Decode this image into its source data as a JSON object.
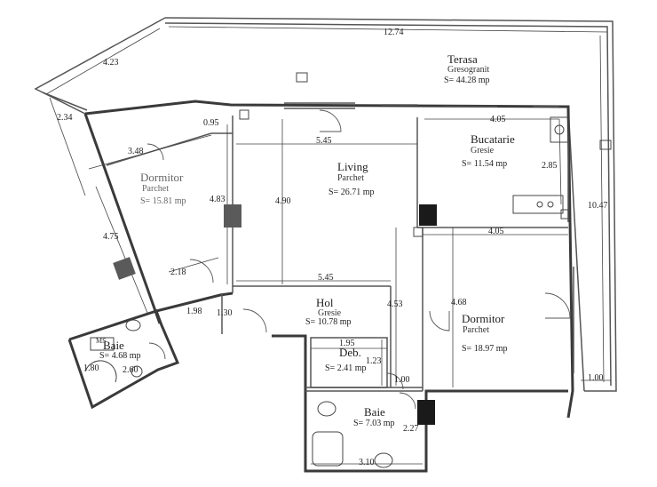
{
  "rooms": {
    "terasa": {
      "name": "Terasa",
      "finish": "Gresogranit",
      "area": "S= 44.28 mp"
    },
    "bucatarie": {
      "name": "Bucatarie",
      "finish": "Gresie",
      "area": "S= 11.54 mp"
    },
    "living": {
      "name": "Living",
      "finish": "Parchet",
      "area": "S= 26.71 mp"
    },
    "dormitor1": {
      "name": "Dormitor",
      "finish": "Parchet",
      "area": "S= 15.81 mp"
    },
    "dormitor2": {
      "name": "Dormitor",
      "finish": "Parchet",
      "area": "S= 18.97 mp"
    },
    "hol": {
      "name": "Hol",
      "finish": "Gresie",
      "area": "S= 10.78 mp"
    },
    "deb": {
      "name": "Deb.",
      "area": "S= 2.41 mp"
    },
    "baie1": {
      "name": "Baie",
      "area": "S= 4.68 mp"
    },
    "baie2": {
      "name": "Baie",
      "area": "S= 7.03 mp"
    }
  },
  "dimensions": {
    "d1274": "12.74",
    "d423": "4.23",
    "d234": "2.34",
    "d095": "0.95",
    "d348": "3.48",
    "d545a": "5.45",
    "d405a": "4.05",
    "d285": "2.85",
    "d483": "4.83",
    "d490": "4.90",
    "d1047": "10.47",
    "d475": "4.75",
    "d405b": "4.05",
    "d218": "2.18",
    "d545b": "5.45",
    "d453": "4.53",
    "d468": "4.68",
    "d198": "1.98",
    "d130": "1.30",
    "d195": "1.95",
    "d123": "1.23",
    "d180": "1.80",
    "d260": "2.60",
    "d100a": "1.00",
    "d100b": "1.00",
    "d227": "2.27",
    "d310": "3.10"
  },
  "fixtures": {
    "ms": "MS"
  }
}
